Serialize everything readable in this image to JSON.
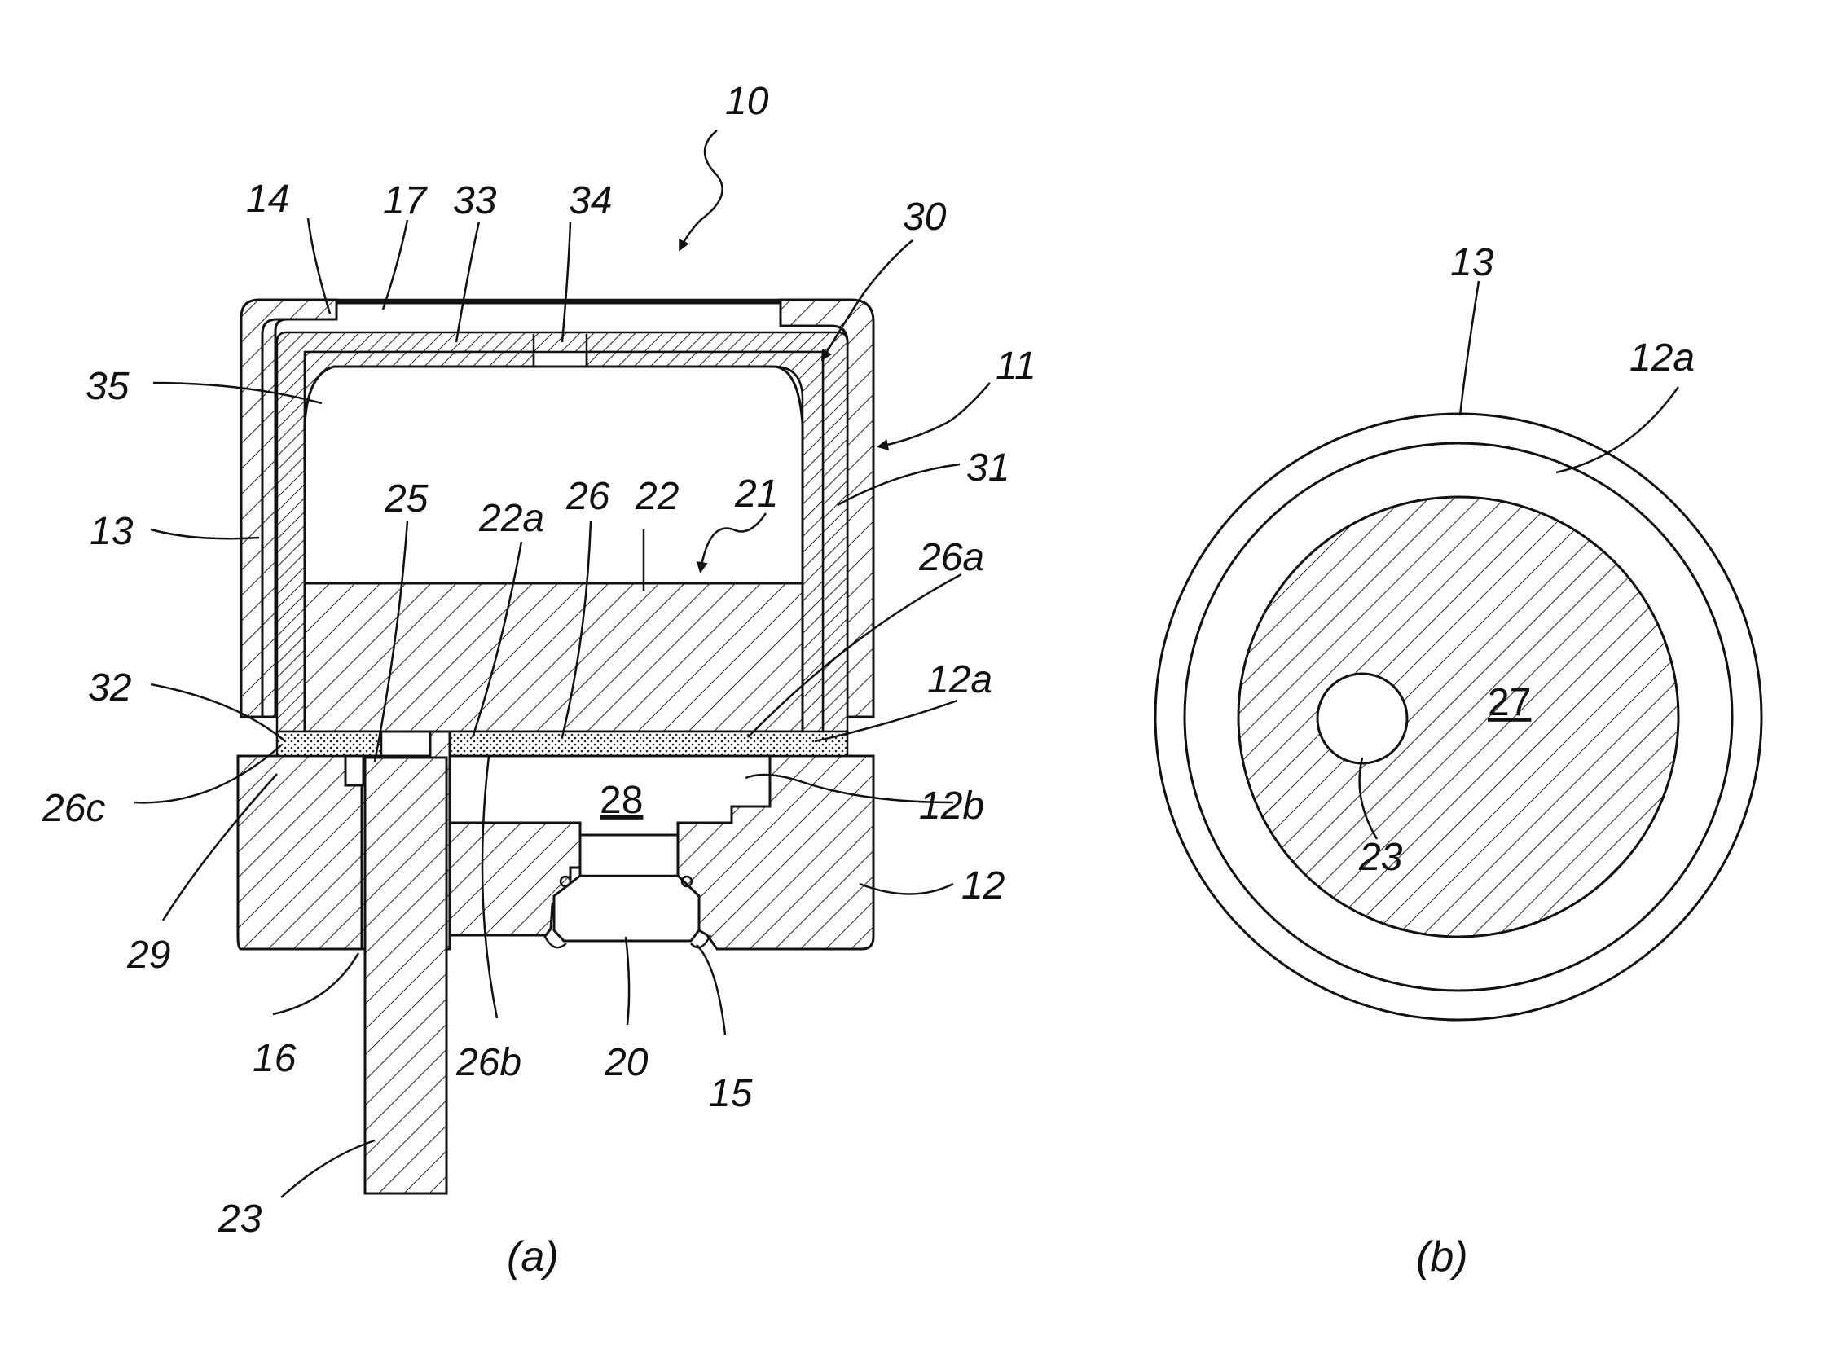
{
  "figure": {
    "labels": {
      "l10": "10",
      "l14": "14",
      "l17": "17",
      "l33": "33",
      "l34": "34",
      "l30": "30",
      "l11": "11",
      "l35": "35",
      "l31": "31",
      "l13": "13",
      "l25": "25",
      "l22a": "22a",
      "l26": "26",
      "l22": "22",
      "l21": "21",
      "l26a": "26a",
      "l32": "32",
      "l12a": "12a",
      "l26c": "26c",
      "l28": "28",
      "l12b": "12b",
      "l12": "12",
      "l29": "29",
      "l16": "16",
      "l26b": "26b",
      "l20": "20",
      "l15": "15",
      "l23": "23"
    },
    "view_b_labels": {
      "l13": "13",
      "l12a": "12a",
      "l27": "27",
      "l23": "23"
    },
    "captions": {
      "a": "(a)",
      "b": "(b)"
    }
  }
}
